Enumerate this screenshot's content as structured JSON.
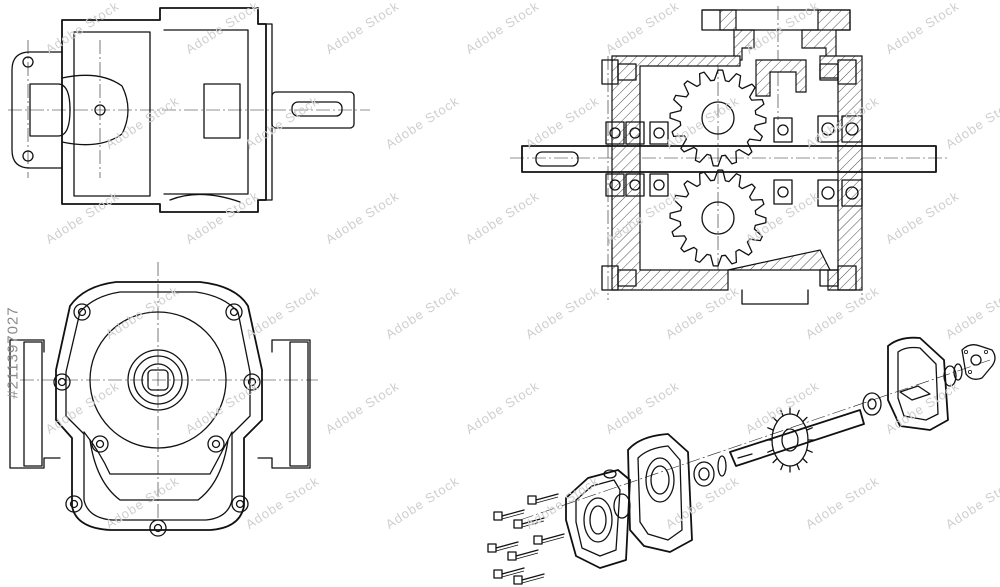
{
  "colors": {
    "line": "#111111",
    "background": "#ffffff",
    "watermark": "#cfcfcf",
    "side_text": "#8a8a8a"
  },
  "watermark": {
    "text": "Adobe Stock"
  },
  "stock_id": {
    "text": "#211397027"
  },
  "views": [
    {
      "name": "side-view"
    },
    {
      "name": "sectional-view"
    },
    {
      "name": "front-view"
    },
    {
      "name": "exploded-view"
    }
  ]
}
